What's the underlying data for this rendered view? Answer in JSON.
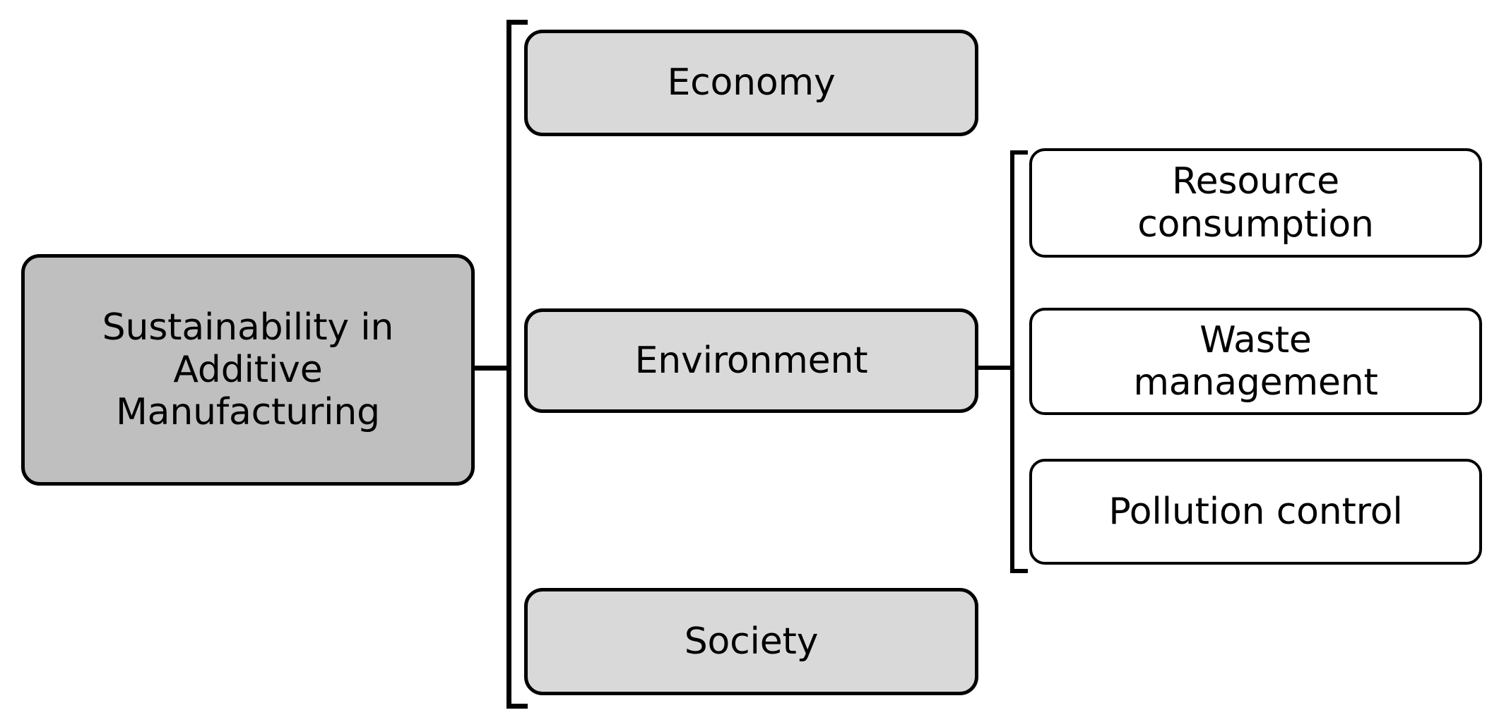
{
  "diagram": {
    "title_node": {
      "label": "Sustainability in\nAdditive\nManufacturing",
      "fill": "#bfbfbf",
      "stroke": "#000000"
    },
    "pillars": [
      {
        "id": "economy",
        "label": "Economy",
        "fill": "#d9d9d9",
        "stroke": "#000000"
      },
      {
        "id": "environment",
        "label": "Environment",
        "fill": "#d9d9d9",
        "stroke": "#000000"
      },
      {
        "id": "society",
        "label": "Society",
        "fill": "#d9d9d9",
        "stroke": "#000000"
      }
    ],
    "environment_children": [
      {
        "id": "resource-consumption",
        "label": "Resource\nconsumption",
        "fill": "#ffffff",
        "stroke": "#000000"
      },
      {
        "id": "waste-management",
        "label": "Waste\nmanagement",
        "fill": "#ffffff",
        "stroke": "#000000"
      },
      {
        "id": "pollution-control",
        "label": "Pollution control",
        "fill": "#ffffff",
        "stroke": "#000000"
      }
    ],
    "connectors": [
      {
        "id": "root-to-bracket",
        "from": "sustainability-in-additive-manufacturing",
        "to": "pillar-bracket"
      },
      {
        "id": "environment-to-bracket",
        "from": "environment",
        "to": "environment-bracket"
      }
    ],
    "background": "#ffffff"
  }
}
